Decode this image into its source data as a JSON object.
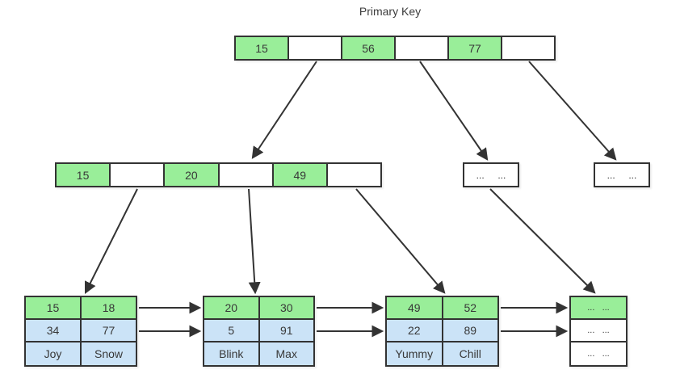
{
  "title": "Primary Key",
  "colors": {
    "green": "#99ee99",
    "blue": "#cbe3f7",
    "white": "#ffffff",
    "border": "#333333",
    "text": "#383838",
    "selection_handle": "#29b6f2"
  },
  "root_node": {
    "cells": [
      "15",
      "",
      "56",
      "",
      "77",
      ""
    ]
  },
  "internal_node": {
    "cells": [
      "15",
      "",
      "20",
      "",
      "49",
      ""
    ],
    "selected_cell_value": "20"
  },
  "ellipsis_node_left": {
    "label": "...     ..."
  },
  "ellipsis_node_right": {
    "label": "...     ..."
  },
  "leaf_nodes": [
    {
      "rows": [
        [
          "15",
          "18"
        ],
        [
          "34",
          "77"
        ],
        [
          "Joy",
          "Snow"
        ]
      ]
    },
    {
      "rows": [
        [
          "20",
          "30"
        ],
        [
          "5",
          "91"
        ],
        [
          "Blink",
          "Max"
        ]
      ]
    },
    {
      "rows": [
        [
          "49",
          "52"
        ],
        [
          "22",
          "89"
        ],
        [
          "Yummy",
          "Chill"
        ]
      ]
    },
    {
      "rows": [
        [
          "...   ..."
        ],
        [
          "...   ..."
        ],
        [
          "...   ..."
        ]
      ]
    }
  ]
}
